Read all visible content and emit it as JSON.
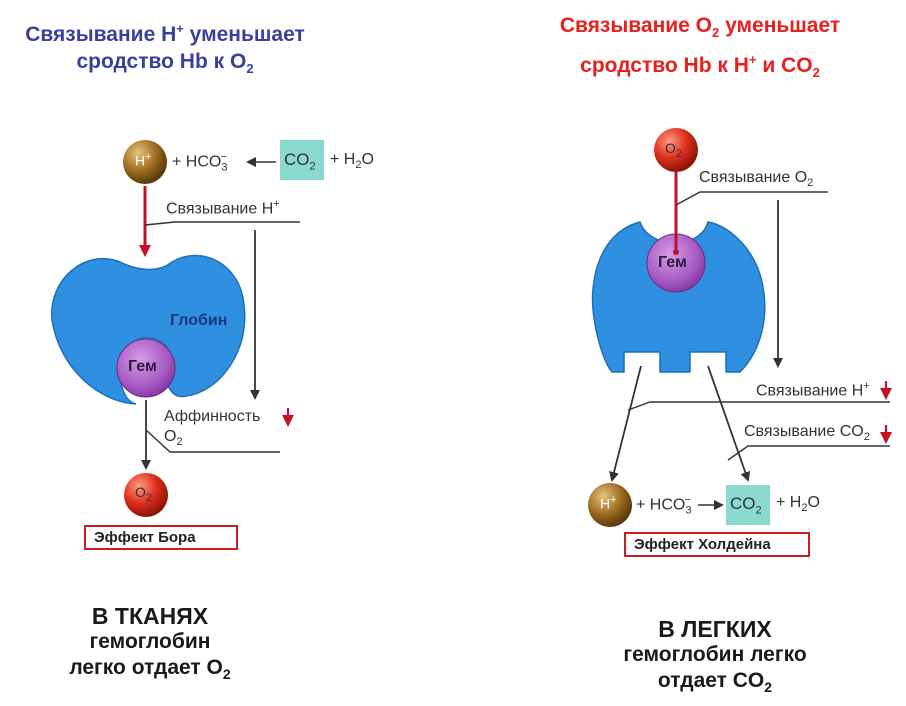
{
  "left": {
    "title_line1_pre": "Связывание H",
    "title_line1_sup": "+",
    "title_line1_post": " уменьшает",
    "title_line2_pre": "сродство Hb к O",
    "title_line2_sub": "2",
    "h_plus": "H",
    "h_plus_sup": "+",
    "hco3_pre": "+ HCO",
    "hco3_sub": "3",
    "hco3_sup": "−",
    "co2": "CO",
    "co2_sub": "2",
    "h2o_pre": "+ H",
    "h2o_sub": "2",
    "h2o_post": "O",
    "binding_h_pre": "Связывание H",
    "binding_h_sup": "+",
    "globin": "Глобин",
    "heme": "Гем",
    "affinity": "Аффинность",
    "affinity_o2": "O",
    "affinity_o2_sub": "2",
    "o2": "O",
    "o2_sub": "2",
    "effect": "Эффект Бора",
    "bottom_line1": "В ТКАНЯХ",
    "bottom_line2": "гемоглобин",
    "bottom_line3_pre": "легко отдает O",
    "bottom_line3_sub": "2"
  },
  "right": {
    "title_line1_pre": "Связывание O",
    "title_line1_sub": "2",
    "title_line1_post": " уменьшает",
    "title_line2_pre": "сродство Hb к H",
    "title_line2_sup": "+",
    "title_line2_mid": " и CO",
    "title_line2_sub": "2",
    "o2": "O",
    "o2_sub": "2",
    "binding_o2_pre": "Связывание O",
    "binding_o2_sub": "2",
    "heme": "Гем",
    "binding_h_pre": "Связывание H",
    "binding_h_sup": "+",
    "binding_co2_pre": "Связывание CO",
    "binding_co2_sub": "2",
    "h_plus": "H",
    "h_plus_sup": "+",
    "hco3_pre": "+ HCO",
    "hco3_sub": "3",
    "hco3_sup": "−",
    "co2": "CO",
    "co2_sub": "2",
    "h2o_pre": "+ H",
    "h2o_sub": "2",
    "h2o_post": "O",
    "effect": "Эффект Холдейна",
    "bottom_line1": "В ЛЕГКИХ",
    "bottom_line2": "гемоглобин легко",
    "bottom_line3_pre": "отдает CO",
    "bottom_line3_sub": "2"
  },
  "colors": {
    "hemoglobin": "#2f8fe0",
    "heme": "#a457c0",
    "h_ball": "#9b6a1e",
    "o2_ball": "#e0301e",
    "co2_box": "#8ad9cf",
    "arrow_red": "#c0102a",
    "title_left": "#3a3f9e",
    "title_right": "#e8201d"
  }
}
